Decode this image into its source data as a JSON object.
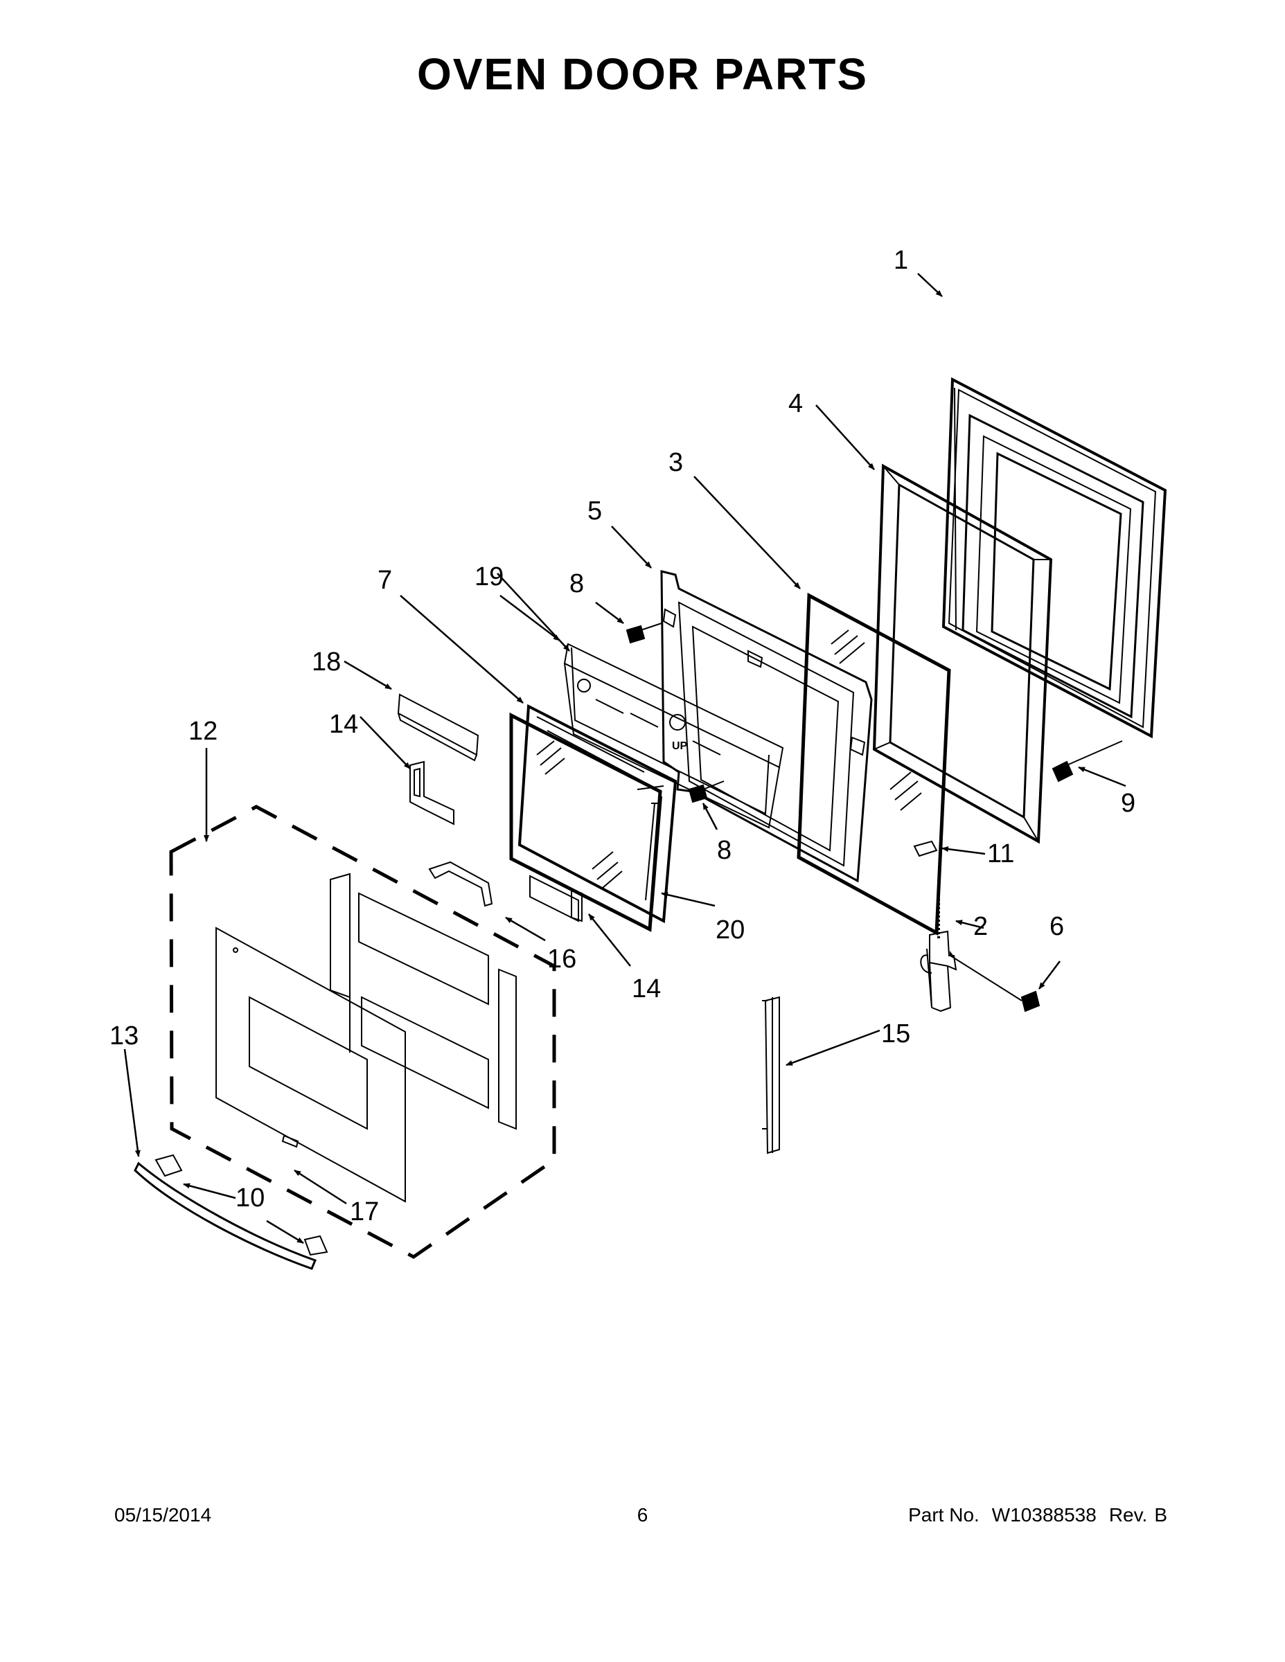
{
  "title": "OVEN DOOR PARTS",
  "callouts": [
    "1",
    "2",
    "3",
    "4",
    "5",
    "6",
    "7",
    "8",
    "8",
    "9",
    "10",
    "11",
    "12",
    "13",
    "14",
    "14",
    "15",
    "16",
    "17",
    "18",
    "19",
    "20"
  ],
  "labels": {
    "up_mark": "UP"
  },
  "footer": {
    "date": "05/15/2014",
    "page": "6",
    "part_label": "Part No.",
    "part_number": "W10388538",
    "rev_label": "Rev.",
    "rev": "B"
  }
}
